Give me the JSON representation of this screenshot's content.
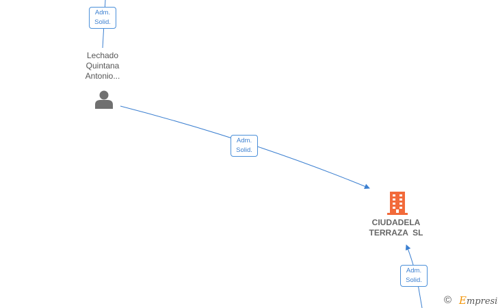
{
  "person": {
    "name_lines": [
      "Lechado",
      "Quintana",
      "Antonio..."
    ],
    "icon": "person-icon"
  },
  "company": {
    "name_lines": [
      "CIUDADELA",
      "TERRAZA  SL"
    ],
    "icon": "building-icon",
    "color": "#f26a3a"
  },
  "relations": [
    {
      "role_lines": [
        "Adm.",
        "Solid."
      ]
    },
    {
      "role_lines": [
        "Adm.",
        "Solid."
      ]
    },
    {
      "role_lines": [
        "Adm.",
        "Solid."
      ]
    }
  ],
  "colors": {
    "edge": "#3b7fd0",
    "person_icon": "#707070"
  },
  "brand": {
    "copyright_symbol": "©",
    "first_letter": "E",
    "rest": "mpresia"
  }
}
